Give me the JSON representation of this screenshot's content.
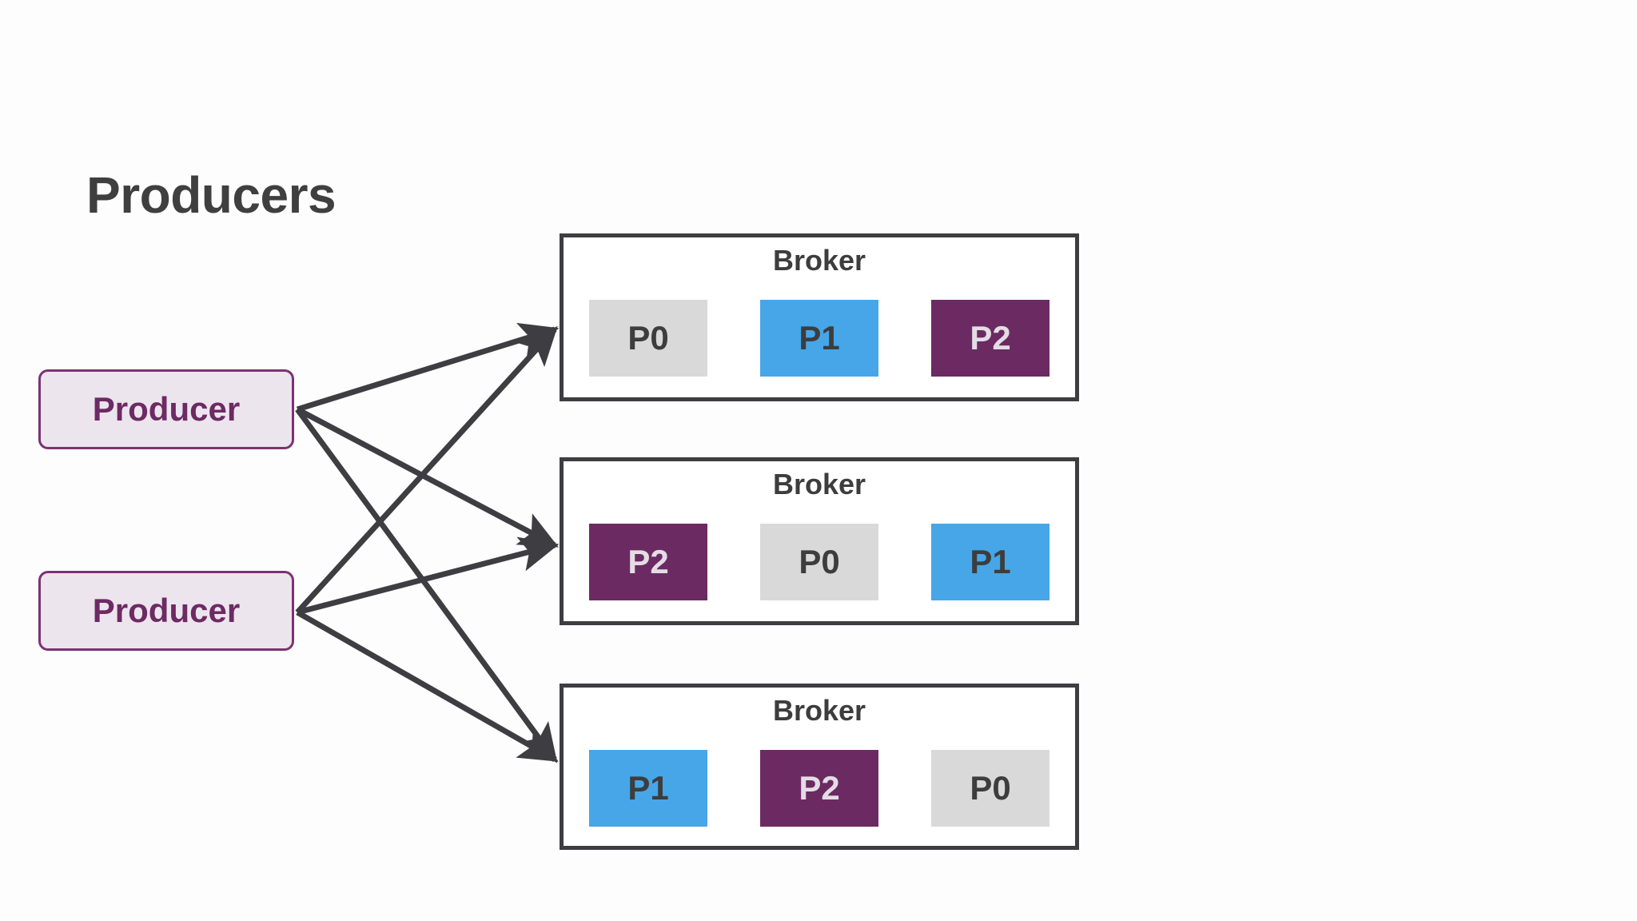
{
  "page": {
    "title": "Producers",
    "background": "#fdfdfd"
  },
  "colors": {
    "title_text": "#3f3f3f",
    "producer_fill": "#ece5ee",
    "producer_border": "#7c3272",
    "producer_text": "#6d2a63",
    "broker_border": "#3d3d42",
    "broker_fill": "#ffffff",
    "partition_gray": "#d9d9d9",
    "partition_blue": "#46a6e8",
    "partition_purple": "#6c2a63",
    "arrow": "#3d3d42"
  },
  "producers": [
    {
      "label": "Producer"
    },
    {
      "label": "Producer"
    }
  ],
  "brokers": [
    {
      "title": "Broker",
      "partitions": [
        {
          "label": "P0",
          "style": "gray"
        },
        {
          "label": "P1",
          "style": "blue"
        },
        {
          "label": "P2",
          "style": "purple"
        }
      ]
    },
    {
      "title": "Broker",
      "partitions": [
        {
          "label": "P2",
          "style": "purple"
        },
        {
          "label": "P0",
          "style": "gray"
        },
        {
          "label": "P1",
          "style": "blue"
        }
      ]
    },
    {
      "title": "Broker",
      "partitions": [
        {
          "label": "P1",
          "style": "blue"
        },
        {
          "label": "P2",
          "style": "purple"
        },
        {
          "label": "P0",
          "style": "gray"
        }
      ]
    }
  ],
  "connections": [
    {
      "from": "producer-0",
      "to": "broker-0"
    },
    {
      "from": "producer-0",
      "to": "broker-1"
    },
    {
      "from": "producer-0",
      "to": "broker-2"
    },
    {
      "from": "producer-1",
      "to": "broker-0"
    },
    {
      "from": "producer-1",
      "to": "broker-1"
    },
    {
      "from": "producer-1",
      "to": "broker-2"
    }
  ]
}
